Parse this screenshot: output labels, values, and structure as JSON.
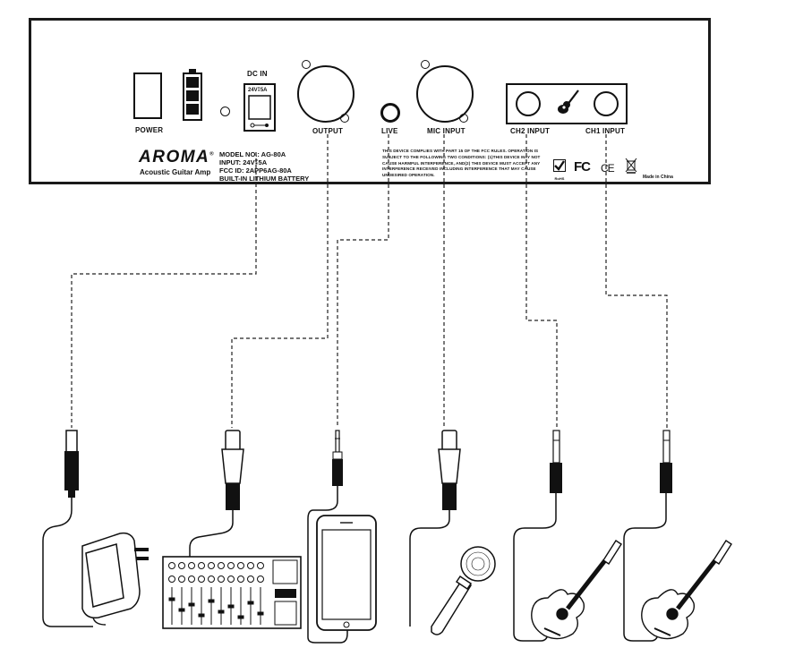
{
  "panel": {
    "labels": {
      "power": "POWER",
      "dc_in": "DC IN",
      "dc_rating": "24V⁑5A",
      "output": "OUTPUT",
      "live": "LIVE",
      "mic_input": "MIC INPUT",
      "ch2_input": "CH2 INPUT",
      "ch1_input": "CH1 INPUT"
    },
    "brand": {
      "logo": "AROMA",
      "subtitle": "Acoustic Guitar Amp"
    },
    "spec": {
      "model": "MODEL NO.: AG-80A",
      "input": "INPUT: 24V⁑5A",
      "fcc_id": "FCC ID: 2APP6AG-80A",
      "battery": "BUILT-IN LITHIUM BATTERY"
    },
    "fcc_notice": "THIS DEVICE COMPLIES WITH PART 15 OF THE FCC RULES. OPERATION IS SUBJECT TO THE FOLLOWING TWO CONDITIONS: (1)THIS DEVICE MAY NOT CAUSE HARMFUL INTERFERENCE, AND(2) THIS DEVICE MUST ACCEPT ANY INTERFERENCE RECEIVED INCLUDING INTERFERENCE THAT MAY CAUSE UNDESIRED OPERATION.",
    "marks": {
      "rohs": "RoHS",
      "fc": "FC",
      "ce": "CE",
      "made_in": "Made in China"
    }
  },
  "devices": [
    {
      "name": "power-adapter",
      "connector": "dc-plug"
    },
    {
      "name": "mixer",
      "connector": "xlr"
    },
    {
      "name": "smartphone",
      "connector": "3.5mm-jack"
    },
    {
      "name": "microphone",
      "connector": "xlr"
    },
    {
      "name": "acoustic-guitar-ch2",
      "connector": "6.35mm-jack"
    },
    {
      "name": "acoustic-guitar-ch1",
      "connector": "6.35mm-jack"
    }
  ]
}
